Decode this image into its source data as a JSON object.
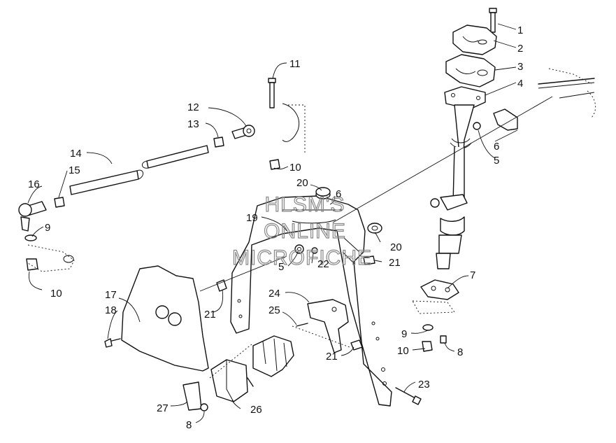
{
  "watermark": {
    "line1": "HLSM'S",
    "line2": "ONLINE",
    "line3": "MICROFICHE"
  },
  "callouts": {
    "c1": "1",
    "c2": "2",
    "c3": "3",
    "c4": "4",
    "c5a": "5",
    "c5b": "5",
    "c6a": "6",
    "c6b": "6",
    "c7": "7",
    "c8a": "8",
    "c8b": "8",
    "c9a": "9",
    "c9b": "9",
    "c10a": "10",
    "c10b": "10",
    "c10c": "10",
    "c11": "11",
    "c12": "12",
    "c13": "13",
    "c14": "14",
    "c15": "15",
    "c16": "16",
    "c17": "17",
    "c18": "18",
    "c19": "19",
    "c20a": "20",
    "c20b": "20",
    "c21a": "21",
    "c21b": "21",
    "c21c": "21",
    "c22": "22",
    "c23": "23",
    "c24": "24",
    "c25": "25",
    "c26": "26",
    "c27": "27"
  }
}
